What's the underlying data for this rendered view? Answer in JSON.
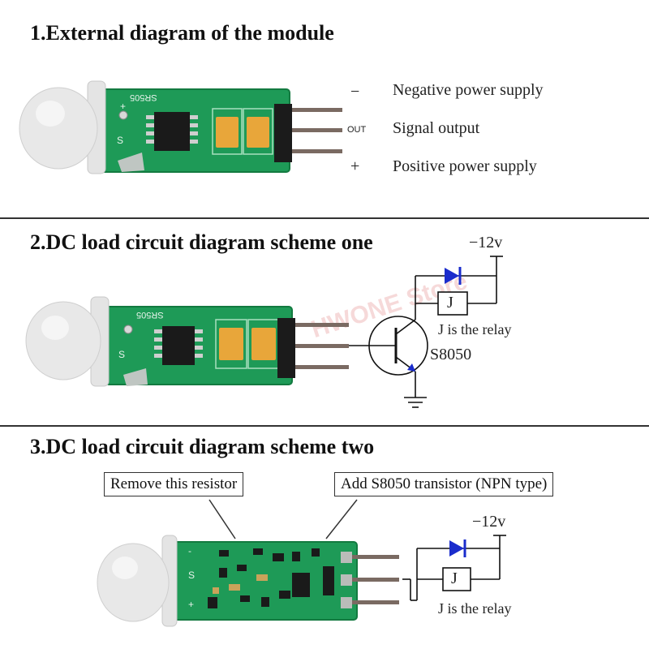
{
  "sections": [
    {
      "title": "1.External diagram of the module"
    },
    {
      "title": "2.DC load circuit diagram scheme one"
    },
    {
      "title": "3.DC load circuit diagram scheme two"
    }
  ],
  "module": {
    "silk_model": "SR505",
    "silk_pins": {
      "plus": "+",
      "s": "S"
    }
  },
  "pins": {
    "negative_symbol": "−",
    "negative_label": "Negative power supply",
    "out_symbol": "OUT",
    "out_label": "Signal output",
    "positive_symbol": "+",
    "positive_label": "Positive power supply"
  },
  "scheme_one": {
    "supply": "−12v",
    "relay_symbol": "J",
    "relay_note": "J is the relay",
    "transistor": "S8050"
  },
  "scheme_two": {
    "remove_callout": "Remove this resistor",
    "add_callout": "Add S8050 transistor (NPN type)",
    "supply": "−12v",
    "relay_symbol": "J",
    "relay_note": "J is the relay",
    "board_pins": {
      "minus": "-",
      "s": "S",
      "plus": "+"
    }
  },
  "watermark": "HWONE Store",
  "colors": {
    "pcb": "#1e9a57",
    "pcb_dark": "#137a40",
    "header_black": "#1b1b1b",
    "pin_metal": "#7a6a62",
    "cap_orange": "#e8a63a",
    "diode_blue": "#1a2ccc",
    "lens": "#dcdcdc",
    "watermark": "#f3c9c9"
  }
}
